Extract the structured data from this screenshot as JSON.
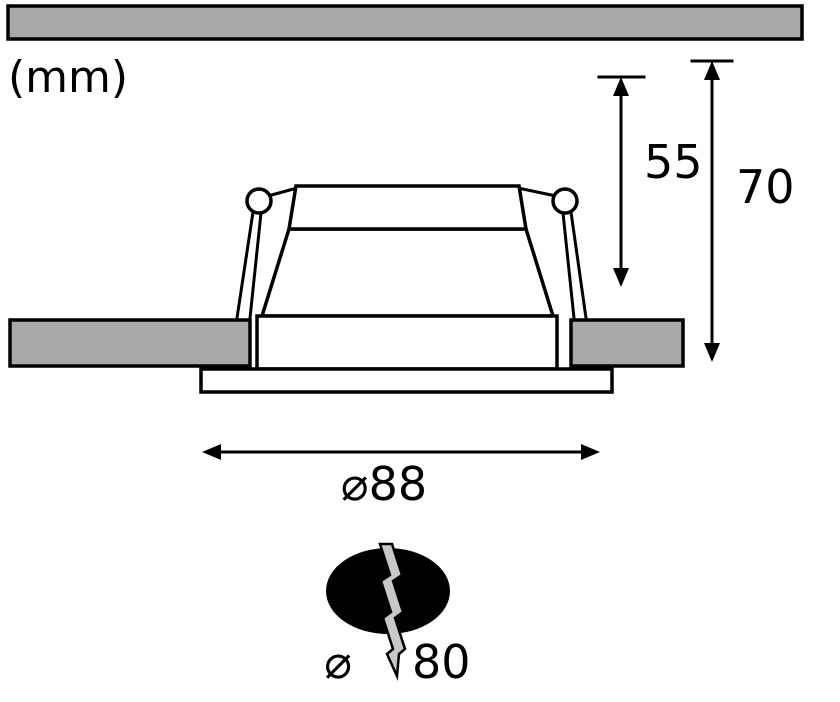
{
  "units_label": "(mm)",
  "dimensions": {
    "recess_depth": "55",
    "total_height": "70",
    "bezel_diameter": "⌀88",
    "cutout_diameter_symbol": "⌀",
    "cutout_diameter_value": "80"
  },
  "colors": {
    "panel_gray": "#a8a8a8",
    "bolt_gray": "#c8c8c8",
    "line_black": "#000000",
    "background_white": "#ffffff"
  },
  "icons": {
    "cutout_break": "lightning-bolt-icon",
    "dimension_arrows": "arrowhead-icon"
  }
}
